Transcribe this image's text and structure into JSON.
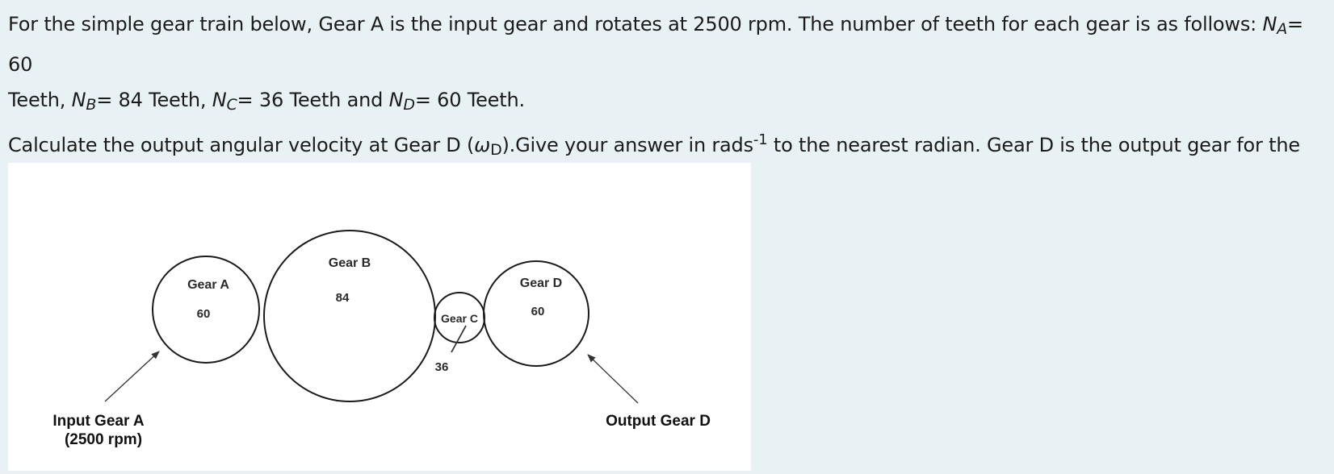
{
  "question": {
    "p1_part1": "For the simple gear train below, Gear A is the input gear and rotates at 2500 rpm. The number of teeth for each gear is as follows: ",
    "na_sym": "N",
    "na_sub": "A",
    "na_val": "= 60",
    "p1_break": "Teeth, ",
    "nb_sym": "N",
    "nb_sub": "B",
    "nb_val": "= 84 Teeth, ",
    "nc_sym": "N",
    "nc_sub": "C",
    "nc_val": "= 36 Teeth and ",
    "nd_sym": "N",
    "nd_sub": "D",
    "nd_val": "= 60 Teeth.",
    "p2_part1": "Calculate the output angular velocity at Gear D (",
    "omega_sym": "ω",
    "omega_sub": "D",
    "p2_part2": ").Give your answer in rads",
    "p2_sup": "-1",
    "p2_part3": " to the nearest radian. Gear D is the output gear for the simple gear train shown below."
  },
  "diagram": {
    "gears": [
      {
        "label": "Gear A",
        "teeth": "60"
      },
      {
        "label": "Gear B",
        "teeth": "84"
      },
      {
        "label": "Gear C",
        "teeth": "36"
      },
      {
        "label": "Gear D",
        "teeth": "60"
      }
    ],
    "input_caption_line1": "Input Gear A",
    "input_caption_line2": "(2500 rpm)",
    "output_caption": "Output Gear D"
  }
}
